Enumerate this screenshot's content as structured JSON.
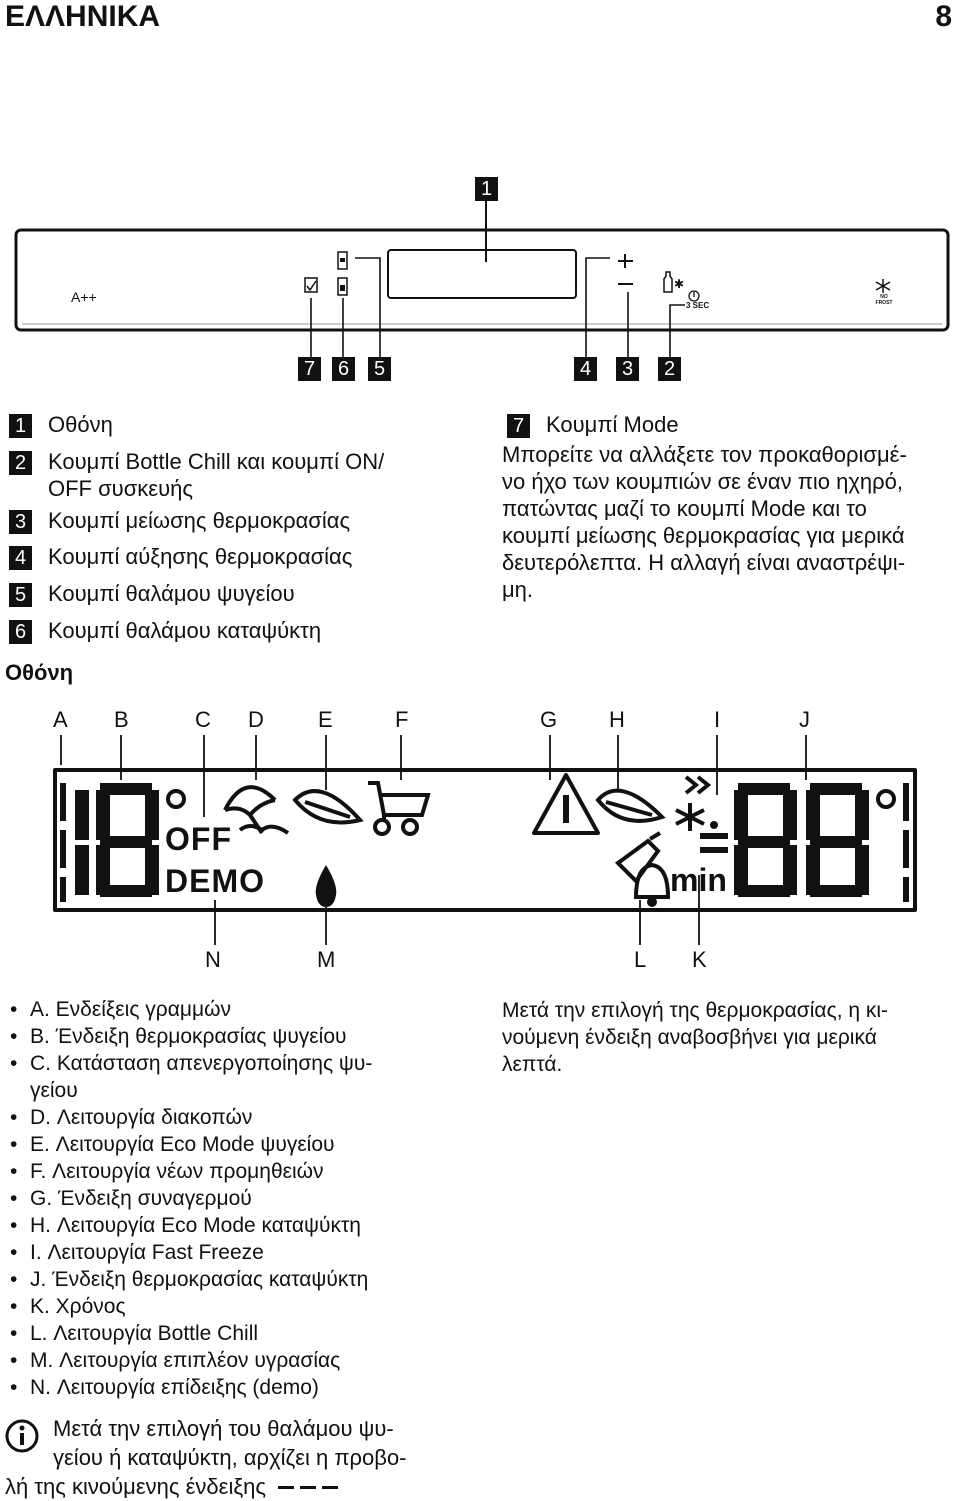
{
  "header": {
    "language": "ΕΛΛΗΝΙΚΑ",
    "page_number": "8"
  },
  "panel": {
    "energy_label": "A++",
    "sec_label": "3 SEC",
    "nofrost_label": "NO FROST",
    "callouts": {
      "c1": "1",
      "c2": "2",
      "c3": "3",
      "c4": "4",
      "c5": "5",
      "c6": "6",
      "c7": "7"
    }
  },
  "legend": {
    "items": [
      {
        "num": "1",
        "text": "Οθόνη"
      },
      {
        "num": "2",
        "text": "Κουμπί Bottle Chill και κουμπί ON/",
        "text2": "OFF συσκευής"
      },
      {
        "num": "3",
        "text": "Κουμπί μείωσης θερμοκρασίας"
      },
      {
        "num": "4",
        "text": "Κουμπί αύξησης θερμοκρασίας"
      },
      {
        "num": "5",
        "text": "Κουμπί θαλάμου ψυγείου"
      },
      {
        "num": "6",
        "text": "Κουμπί θαλάμου καταψύκτη"
      }
    ],
    "item7": {
      "num": "7",
      "title": "Κουμπί Mode",
      "lines": [
        "Μπορείτε να αλλάξετε τον προκαθορισμέ-",
        "νο ήχο των κουμπιών σε έναν πιο ηχηρό,",
        "πατώντας μαζί το κουμπί Mode και το",
        "κουμπί μείωσης θερμοκρασίας για μερικά",
        "δευτερόλεπτα. Η αλλαγή είναι αναστρέψι-",
        "μη."
      ]
    }
  },
  "display_section": {
    "title": "Οθόνη",
    "top_letters": [
      "A",
      "B",
      "C",
      "D",
      "E",
      "F",
      "G",
      "H",
      "I",
      "J"
    ],
    "bottom_letters": [
      "N",
      "M",
      "L",
      "K"
    ],
    "lcd": {
      "fridge_temp": "18",
      "freezer_temp": "88",
      "off": "OFF",
      "demo": "DEMO",
      "min": "min"
    }
  },
  "descriptions": [
    "A. Ενδείξεις γραμμών",
    "B. Ένδειξη θερμοκρασίας ψυγείου",
    "C. Κατάσταση απενεργοποίησης ψυ-",
    "γείου",
    "D. Λειτουργία διακοπών",
    "E. Λειτουργία Eco Mode ψυγείου",
    "F. Λειτουργία νέων προμηθειών",
    "G. Ένδειξη συναγερμού",
    "H. Λειτουργία Eco Mode καταψύκτη",
    "I. Λειτουργία Fast Freeze",
    "J. Ένδειξη θερμοκρασίας καταψύκτη",
    "K. Χρόνος",
    "L. Λειτουργία Bottle Chill",
    "M. Λειτουργία επιπλέον υγρασίας",
    "N. Λειτουργία επίδειξης (demo)"
  ],
  "right_note": [
    "Μετά την επιλογή της θερμοκρασίας, η κι-",
    "νούμενη ένδειξη αναβοσβήνει για μερικά",
    "λεπτά."
  ],
  "info_note": {
    "line1": "Μετά την επιλογή του θαλάμου ψυ-",
    "line2": "γείου ή καταψύκτη, αρχίζει η προβο-",
    "line3": "λή της κινούμενης ένδειξης"
  }
}
